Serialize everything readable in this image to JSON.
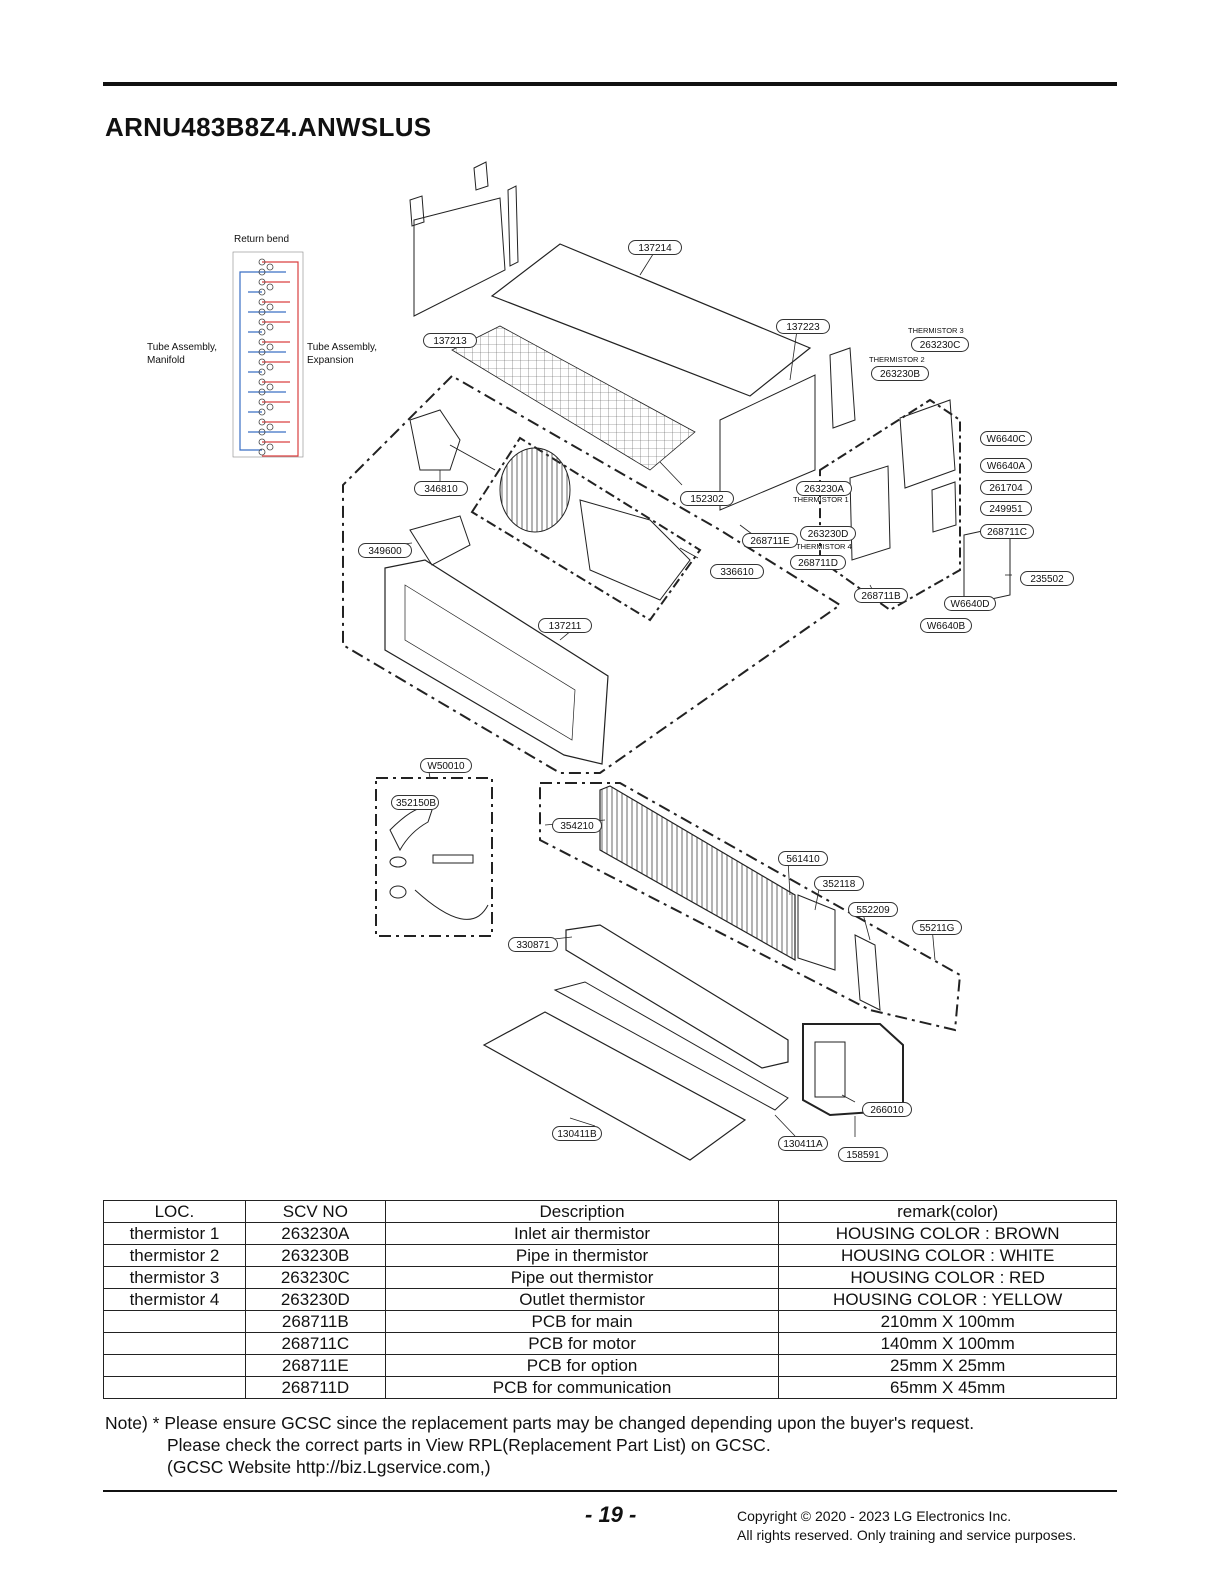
{
  "title": "ARNU483B8Z4.ANWSLUS",
  "manifold_labels": {
    "return_bend": "Return bend",
    "manifold_line1": "Tube Assembly,",
    "manifold_line2": "Manifold",
    "expansion_line1": "Tube Assembly,",
    "expansion_line2": "Expansion"
  },
  "callouts": {
    "p137214": "137214",
    "p137213": "137213",
    "p137223": "137223",
    "p263230C": "263230C",
    "p263230B": "263230B",
    "pW6640C": "W6640C",
    "pW6640A": "W6640A",
    "p346810": "346810",
    "p152302": "152302",
    "p263230A": "263230A",
    "p261704": "261704",
    "p249951": "249951",
    "p268711E": "268711E",
    "p263230D": "263230D",
    "p268711C": "268711C",
    "p349600": "349600",
    "p336610": "336610",
    "p268711D": "268711D",
    "p235502": "235502",
    "p268711B": "268711B",
    "pW6640D": "W6640D",
    "pW6640B": "W6640B",
    "p137211": "137211",
    "pW50010": "W50010",
    "p352150B": "352150B",
    "p354210": "354210",
    "p561410": "561410",
    "p352118": "352118",
    "p552209": "552209",
    "p55211G": "55211G",
    "p330871": "330871",
    "p266010": "266010",
    "p130411B": "130411B",
    "p130411A": "130411A",
    "p158591": "158591"
  },
  "thermistor_labels": {
    "t3": "THERMISTOR 3",
    "t2": "THERMISTOR 2",
    "t1": "THERMISTOR 1",
    "t4": "THERMISTOR 4"
  },
  "table": {
    "headers": [
      "LOC.",
      "SCV NO",
      "Description",
      "remark(color)"
    ],
    "rows": [
      [
        "thermistor 1",
        "263230A",
        "Inlet air thermistor",
        "HOUSING COLOR : BROWN"
      ],
      [
        "thermistor 2",
        "263230B",
        "Pipe in thermistor",
        "HOUSING COLOR : WHITE"
      ],
      [
        "thermistor 3",
        "263230C",
        "Pipe out thermistor",
        "HOUSING COLOR : RED"
      ],
      [
        "thermistor 4",
        "263230D",
        "Outlet thermistor",
        "HOUSING COLOR : YELLOW"
      ],
      [
        "",
        "268711B",
        "PCB for main",
        "210mm X 100mm"
      ],
      [
        "",
        "268711C",
        "PCB for motor",
        "140mm X 100mm"
      ],
      [
        "",
        "268711E",
        "PCB for option",
        "25mm X 25mm"
      ],
      [
        "",
        "268711D",
        "PCB for communication",
        "65mm X 45mm"
      ]
    ]
  },
  "note": {
    "line1": "Note) * Please ensure GCSC since the replacement parts may be changed depending upon the buyer's request.",
    "line2": "Please check  the correct parts in View RPL(Replacement Part List) on GCSC.",
    "line3": "(GCSC Website  http://biz.Lgservice.com,)"
  },
  "footer": {
    "page": "- 19 -",
    "copyright1": "Copyright © 2020 - 2023 LG Electronics Inc.",
    "copyright2": "All rights reserved. Only training and service purposes."
  },
  "colors": {
    "ink": "#111111",
    "manifold_red": "#d94040",
    "manifold_blue": "#3a6fc4"
  }
}
